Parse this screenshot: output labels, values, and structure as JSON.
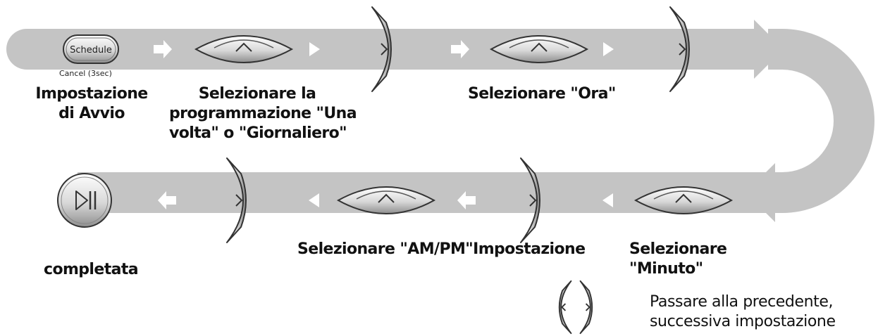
{
  "buttons": {
    "schedule": "Schedule",
    "cancel_hint": "Cancel (3sec)"
  },
  "icons": {
    "schedule_button": "schedule-button-icon",
    "start_pause": "start-pause-icon",
    "up_arrow": "up-arrow-key-icon",
    "next": "next-key-icon",
    "prev": "prev-key-icon"
  },
  "steps": {
    "impostazione_avvio": [
      "Impostazione",
      "di Avvio"
    ],
    "selezionare_programmazione": [
      "Selezionare la",
      "programmazione \"Una",
      "volta\" o \"Giornaliero\""
    ],
    "selezionare_ora": "Selezionare \"Ora\"",
    "selezionare_minuto": [
      "Selezionare",
      "\"Minuto\""
    ],
    "selezionare_ampm": "Selezionare \"AM/PM\"Impostazione",
    "completata": "completata"
  },
  "legend": {
    "text": [
      "Passare alla precedente,",
      "successiva impostazione"
    ]
  },
  "colors": {
    "track": "#c4c4c4",
    "key_light": "#ffffff",
    "key_dark": "#8a8a8a",
    "outline": "#3a3a3a"
  }
}
